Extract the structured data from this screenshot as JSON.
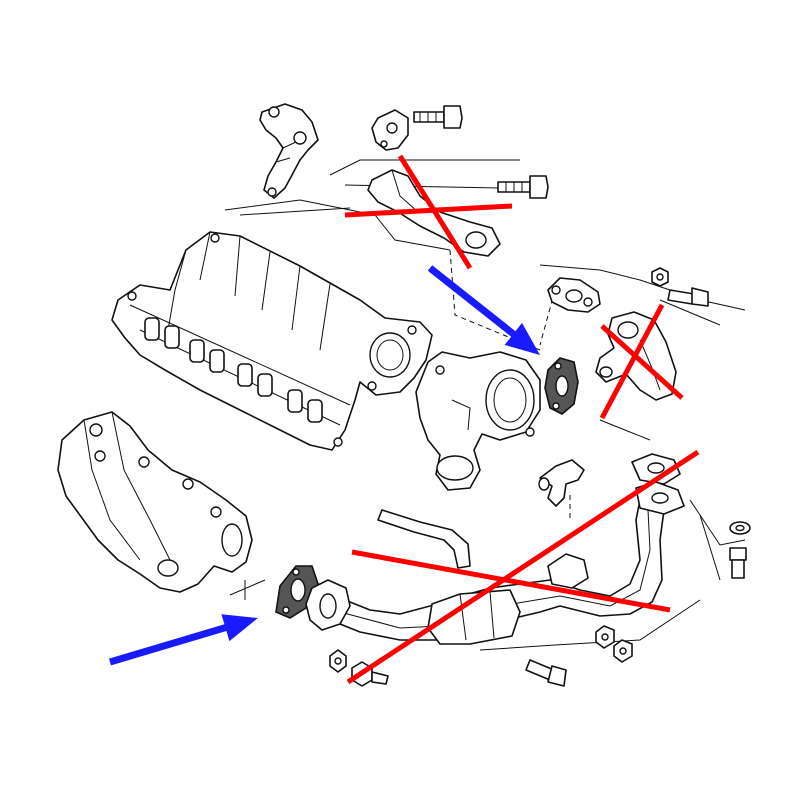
{
  "colors": {
    "cross_mark": "#ff0000",
    "arrow": "#1a1aff",
    "line_art": "#111111",
    "gasket_fill": "#555555",
    "background": "#ffffff"
  },
  "annotations": {
    "crosses": 3,
    "arrows": 2
  },
  "parts": [
    "bracket",
    "egr-valve",
    "bolt",
    "gasket",
    "intake-manifold",
    "throttle-body",
    "exhaust-manifold",
    "hose",
    "egr-pipe",
    "egr-cooler",
    "nut",
    "washer"
  ]
}
